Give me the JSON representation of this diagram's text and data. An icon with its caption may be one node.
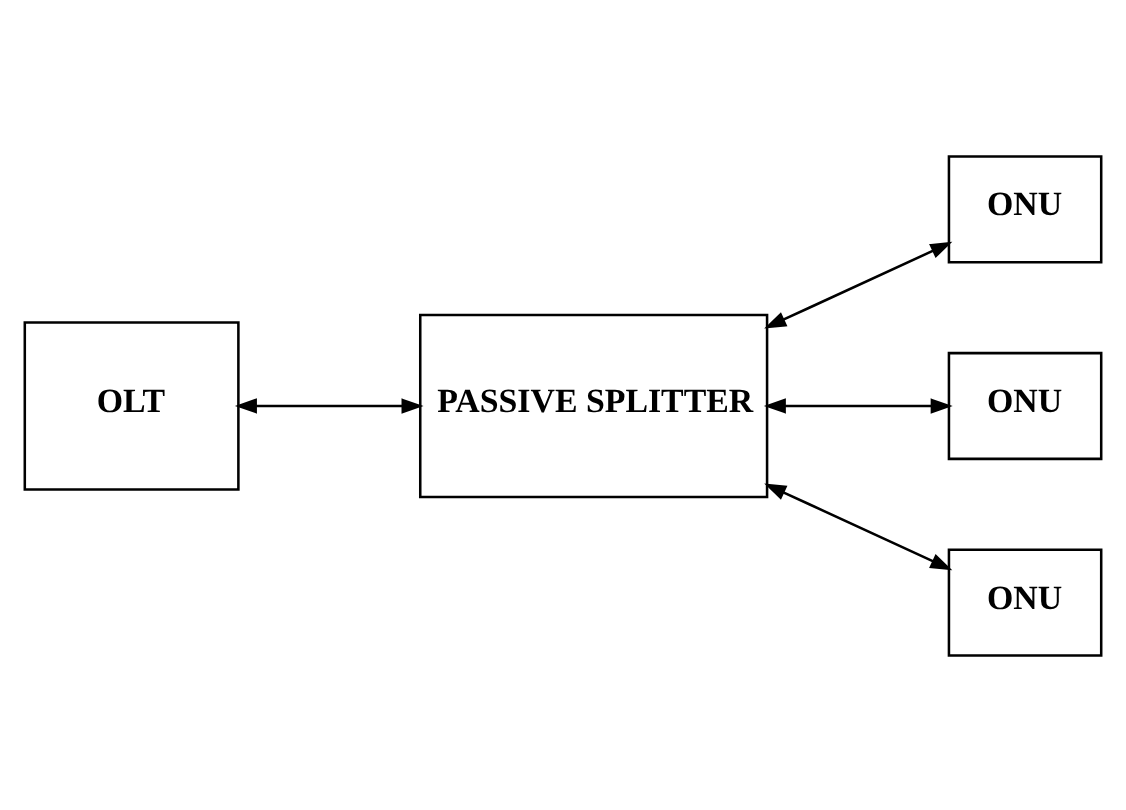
{
  "diagram": {
    "nodes": [
      {
        "text": [
          "OLT"
        ]
      },
      {
        "text": [
          "PASSIVE SPLITTER"
        ]
      },
      {
        "text": [
          "ONU"
        ]
      },
      {
        "text": [
          "ONU"
        ]
      },
      {
        "text": [
          "ONU"
        ]
      }
    ],
    "edges": [
      {
        "from": 0,
        "to": 1,
        "arrow": "both"
      },
      {
        "from": 1,
        "to": 2,
        "arrow": "both"
      },
      {
        "from": 1,
        "to": 3,
        "arrow": "both"
      },
      {
        "from": 1,
        "to": 4,
        "arrow": "both"
      }
    ]
  }
}
